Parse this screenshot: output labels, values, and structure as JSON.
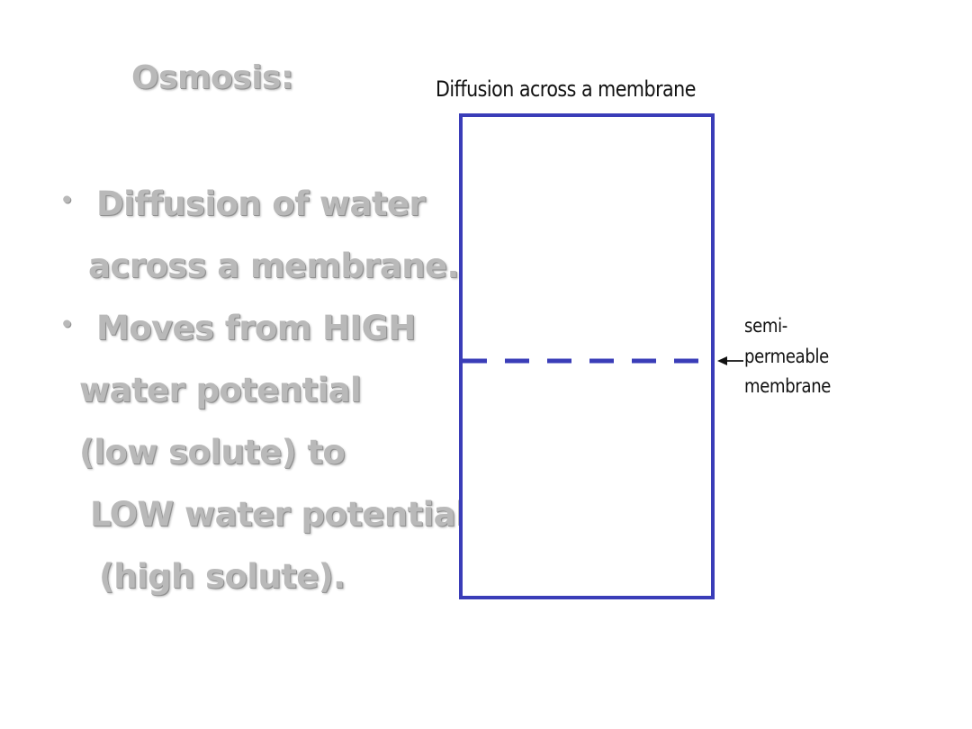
{
  "slide": {
    "title": "Osmosis:",
    "bullets": [
      {
        "lines": [
          "Diffusion of water",
          "across a membrane."
        ]
      },
      {
        "lines": [
          "Moves from HIGH",
          "water potential",
          "(low solute) to",
          "LOW water potential",
          "(high solute)."
        ]
      }
    ]
  },
  "diagram": {
    "title": "Diffusion across a membrane",
    "membrane_label_lines": [
      "semi-",
      "permeable",
      "membrane"
    ],
    "colors": {
      "container": "#3a3db8",
      "membrane": "#3a3db8",
      "arrow": "#111111"
    }
  }
}
